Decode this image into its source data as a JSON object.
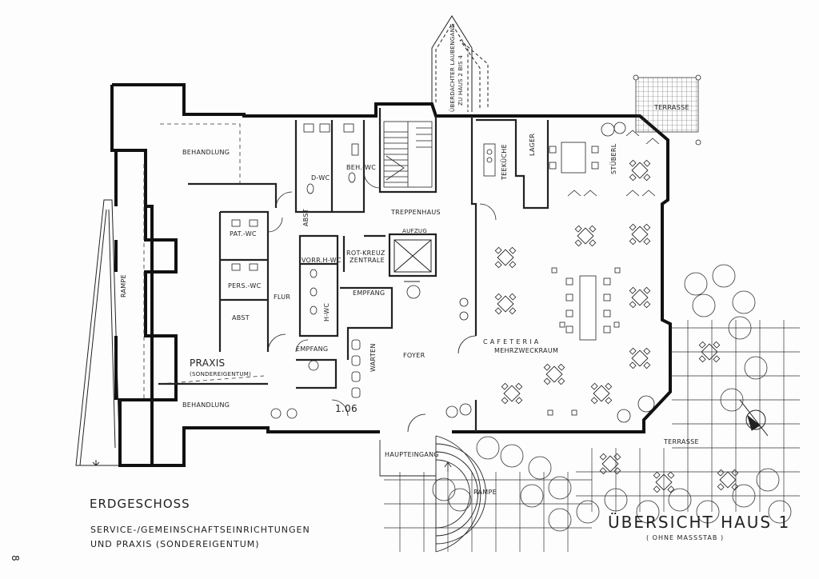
{
  "floor_title": "ERDGESCHOSS",
  "subtitle_line1": "SERVICE-/GEMEINSCHAFTSEINRICHTUNGEN",
  "subtitle_line2": "UND PRAXIS (SONDEREIGENTUM)",
  "overview_title": "ÜBERSICHT HAUS 1",
  "scale_note": "( OHNE MASSSTAB )",
  "page_number": "8",
  "rooms": {
    "behandlung_top": "BEHANDLUNG",
    "behandlung_bottom": "BEHANDLUNG",
    "rampe_left": "RAMPE",
    "praxis": "PRAXIS",
    "praxis_note": "(SONDEREIGENTUM)",
    "pat_wc": "PAT.-WC",
    "pers_wc": "PERS.-WC",
    "abst_left": "ABST",
    "flur": "FLUR",
    "d_wc": "D-WC",
    "beh_wc": "BEH.-WC",
    "abst_mid": "ABST",
    "vorr_h_wc": "VORR.H-WC",
    "h_wc": "H-WC",
    "empfang_left": "EMPFANG",
    "treppenhaus": "TREPPENHAUS",
    "aufzug": "AUFZUG",
    "rot_kreuz_1": "ROT-KREUZ",
    "rot_kreuz_2": "ZENTRALE",
    "empfang_mid": "EMPFANG",
    "warten": "WARTEN",
    "foyer": "FOYER",
    "room_number": "1.06",
    "haupteingang": "HAUPTEINGANG",
    "rampe_bottom": "RAMPE",
    "teekuche": "TEEKÜCHE",
    "lager": "LAGER",
    "stuberl": "STÜBERL",
    "cafeteria": "C A F E T E R I A",
    "mehrzweckraum": "MEHRZWECKRAUM",
    "terrasse_top": "TERRASSE",
    "terrasse_bottom": "TERRASSE",
    "laubengang_1": "ÜBERDACHTER LAUBENGANG",
    "laubengang_2": "ZU HAUS 2 BIS 4"
  }
}
